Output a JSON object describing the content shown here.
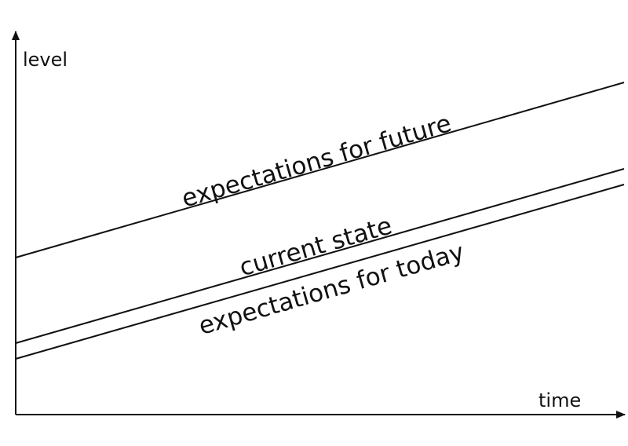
{
  "axes": {
    "y_label": "level",
    "x_label": "time"
  },
  "lines": [
    {
      "label": "expectations for future"
    },
    {
      "label": "current state"
    },
    {
      "label": "expectations for today"
    }
  ]
}
